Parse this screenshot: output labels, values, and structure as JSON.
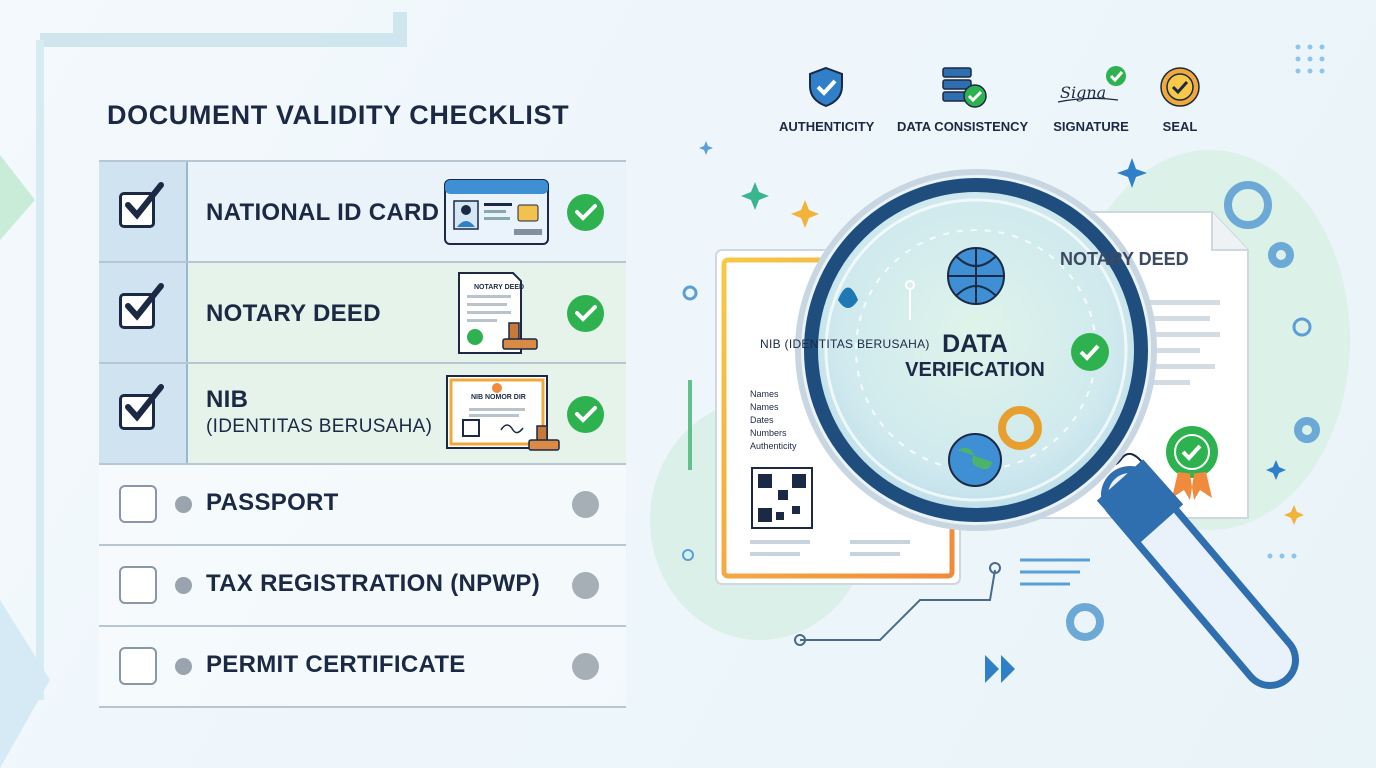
{
  "title": "DOCUMENT VALIDITY CHECKLIST",
  "checklist": [
    {
      "label": "NATIONAL ID CARD",
      "status": "checked"
    },
    {
      "label": "NOTARY DEED",
      "status": "checked"
    },
    {
      "label": "NIB",
      "sublabel": "(IDENTITAS BERUSAHA)",
      "status": "checked"
    },
    {
      "label": "PASSPORT",
      "status": "pending"
    },
    {
      "label": "TAX REGISTRATION (NPWP)",
      "status": "pending"
    },
    {
      "label": "PERMIT CERTIFICATE",
      "status": "pending"
    }
  ],
  "thumbnails": {
    "notary_small": "NOTARY DEED",
    "nib_small": "NIB NOMOR DIR"
  },
  "criteria": [
    {
      "label": "AUTHENTICITY",
      "icon": "shield-check-icon"
    },
    {
      "label": "DATA CONSISTENCY",
      "icon": "database-check-icon"
    },
    {
      "label": "SIGNATURE",
      "icon": "signature-check-icon",
      "script": "Signa"
    },
    {
      "label": "SEAL",
      "icon": "seal-check-icon"
    }
  ],
  "illustration": {
    "verification_line1": "DATA",
    "verification_line2": "VERIFICATION",
    "left_doc_title": "NIB (IDENTITAS BERUSAHA)",
    "left_doc_fields": [
      "Names",
      "Names",
      "Dates",
      "Numbers",
      "Authenticity"
    ],
    "right_doc_title": "NOTARY DEED"
  },
  "colors": {
    "accent_green": "#2eb24f",
    "navy": "#1c2944",
    "accent_blue": "#2f6fb0"
  }
}
